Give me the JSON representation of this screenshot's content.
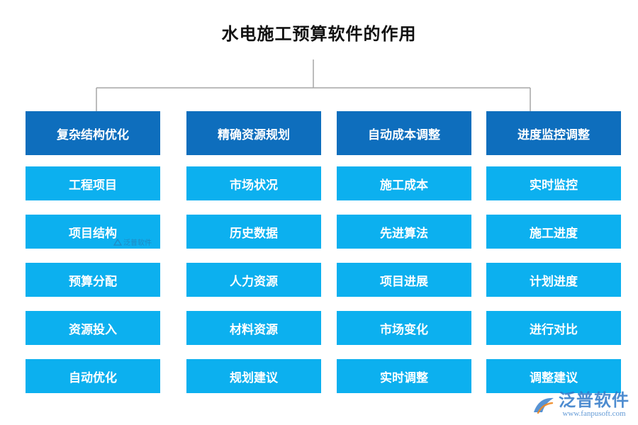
{
  "title": "水电施工预算软件的作用",
  "columns": [
    {
      "head": "复杂结构优化",
      "items": [
        "工程项目",
        "项目结构",
        "预算分配",
        "资源投入",
        "自动优化"
      ]
    },
    {
      "head": "精确资源规划",
      "items": [
        "市场状况",
        "历史数据",
        "人力资源",
        "材料资源",
        "规划建议"
      ]
    },
    {
      "head": "自动成本调整",
      "items": [
        "施工成本",
        "先进算法",
        "项目进展",
        "市场变化",
        "实时调整"
      ]
    },
    {
      "head": "进度监控调整",
      "items": [
        "实时监控",
        "施工进度",
        "计划进度",
        "进行对比",
        "调整建议"
      ]
    }
  ],
  "watermark": {
    "small_text": "泛普软件",
    "brand_name": "泛普软件",
    "brand_url": "www.fanpusoft.com",
    "brand_icon": "fanpu-logo-icon"
  },
  "colors": {
    "head_bg": "#0e6ebd",
    "item_bg": "#0cb0ef",
    "connector": "#a6a6a6",
    "brand": "#2e78c8"
  }
}
